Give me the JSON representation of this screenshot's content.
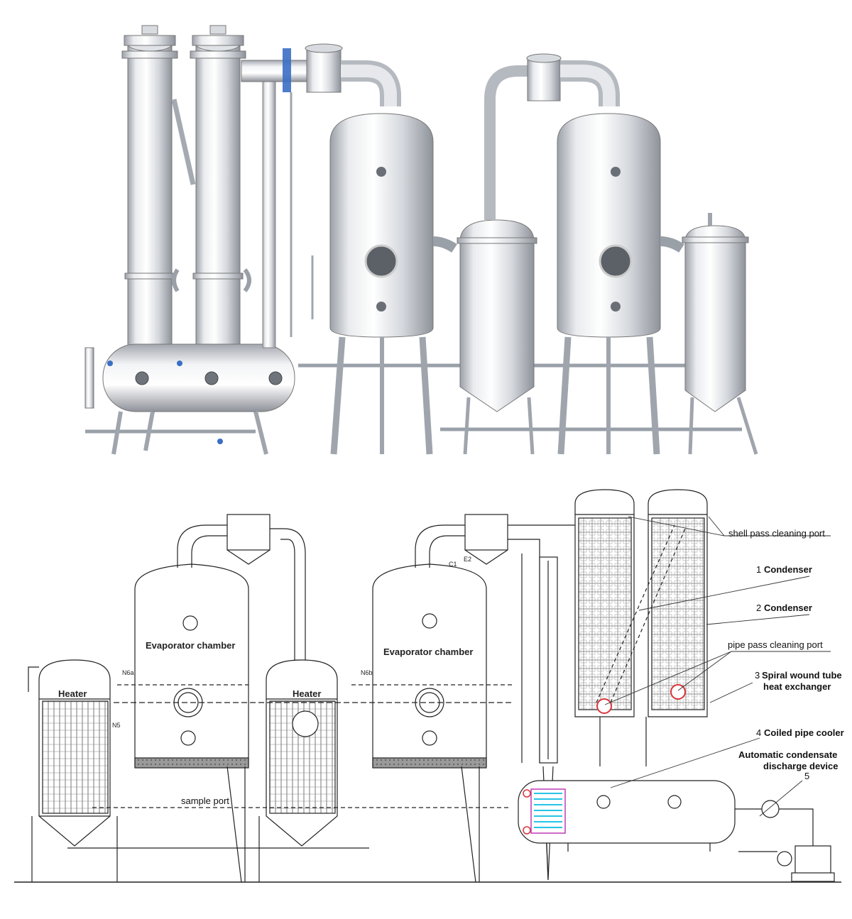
{
  "labels": {
    "shell_pass": "shell pass cleaning port",
    "condenser1_num": "1",
    "condenser1": "Condenser",
    "condenser2_num": "2",
    "condenser2": "Condenser",
    "pipe_pass": "pipe pass cleaning port",
    "spiral_num": "3",
    "spiral_line1": "Spiral wound tube",
    "spiral_line2": "heat exchanger",
    "coiled_num": "4",
    "coiled": "Coiled pipe cooler",
    "auto_line1": "Automatic condensate",
    "auto_line2": "discharge device",
    "auto_num": "5",
    "sample_port": "sample port",
    "evap1": "Evaporator chamber",
    "evap2": "Evaporator chamber",
    "heater1": "Heater",
    "heater2": "Heater",
    "n6a": "N6a",
    "n6b": "N6b",
    "n5": "N5",
    "c1": "C1",
    "e2": "E2"
  },
  "colors": {
    "steel_light": "#f4f5f7",
    "steel_mid": "#c9ccd2",
    "steel_dark": "#8c9098",
    "line": "#333333",
    "valve_blue": "#3a6fc4",
    "coil_cyan": "#27c4e6",
    "coil_magenta": "#c03ab8",
    "port_red": "#d9343a"
  }
}
